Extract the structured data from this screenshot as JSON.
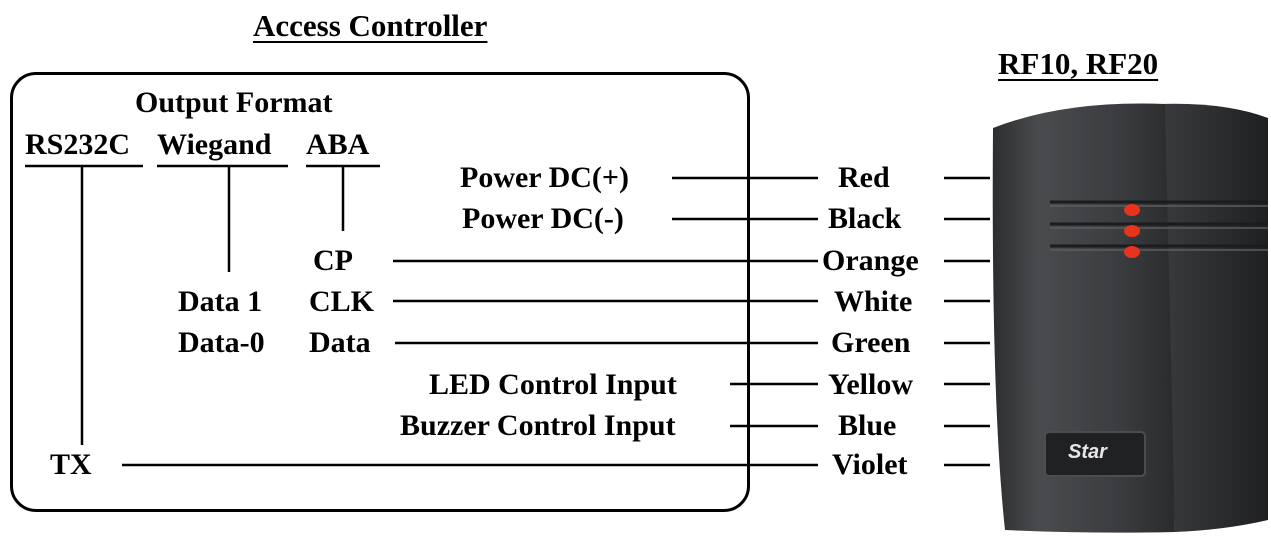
{
  "title": "Access Controller",
  "device_model": "RF10, RF20",
  "output_format": {
    "heading": "Output Format",
    "columns": [
      "RS232C",
      "Wiegand",
      "ABA"
    ]
  },
  "signals": {
    "power_plus": "Power DC(+)",
    "power_minus": "Power DC(-)",
    "aba_cp": "CP",
    "wiegand_data1": "Data 1",
    "aba_clk": "CLK",
    "wiegand_data0": "Data-0",
    "aba_data": "Data",
    "led_control": "LED Control Input",
    "buzzer_control": "Buzzer Control Input",
    "rs232_tx": "TX"
  },
  "wire_colors": [
    "Red",
    "Black",
    "Orange",
    "White",
    "Green",
    "Yellow",
    "Blue",
    "Violet"
  ],
  "reader": {
    "brand": "Star",
    "led_color": "#e8341c",
    "body_color": "#3a3b3d"
  }
}
